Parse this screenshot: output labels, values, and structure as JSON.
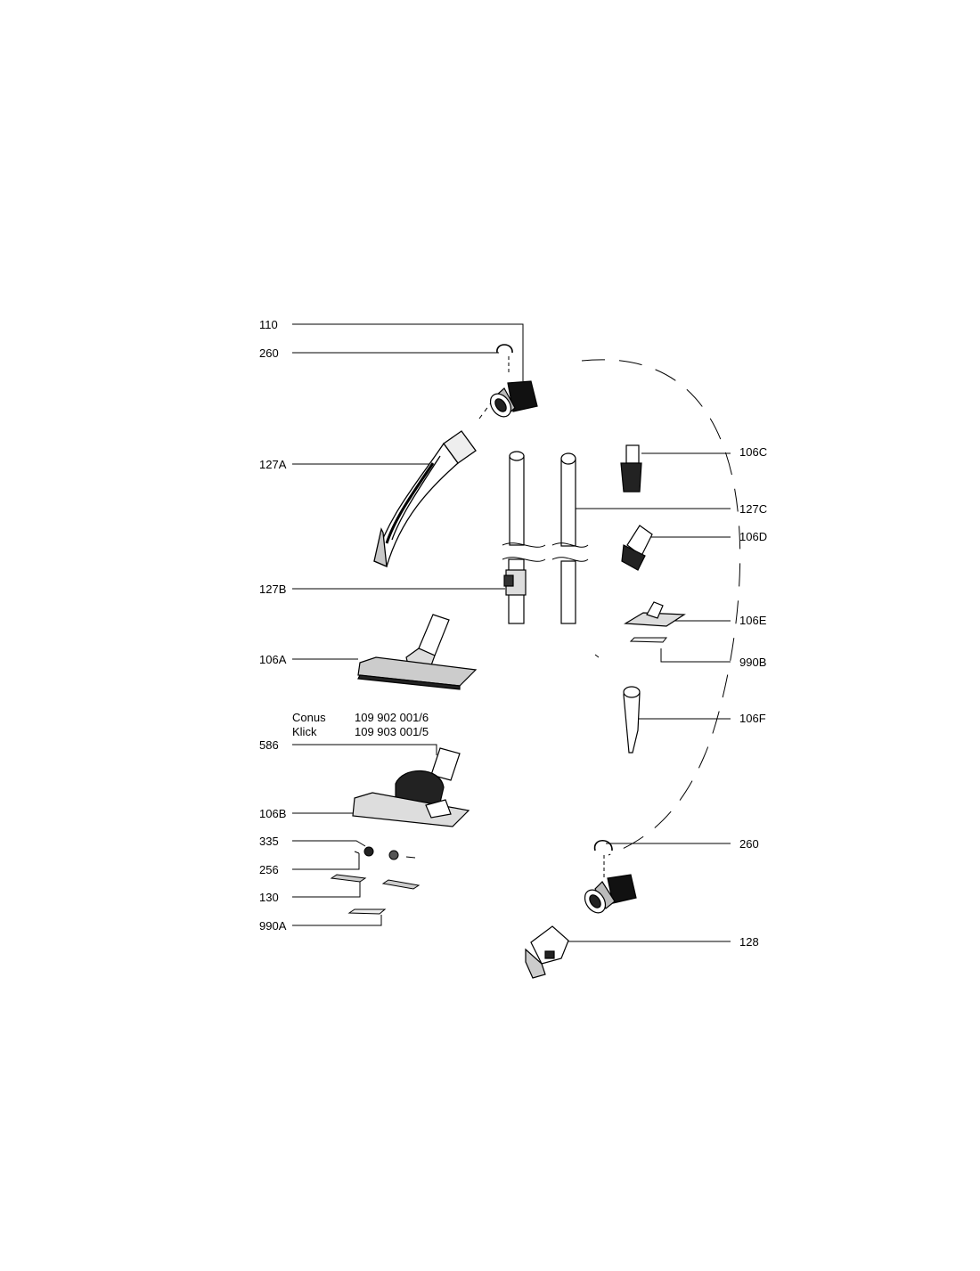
{
  "parts": {
    "p110": "110",
    "p260a": "260",
    "p127A": "127A",
    "p127B": "127B",
    "p106A": "106A",
    "p586": "586",
    "p106B": "106B",
    "p335": "335",
    "p256": "256",
    "p130": "130",
    "p990A": "990A",
    "p106C": "106C",
    "p127C": "127C",
    "p106D": "106D",
    "p106E": "106E",
    "p990B": "990B",
    "p106F": "106F",
    "p260b": "260",
    "p128": "128"
  },
  "variants": [
    {
      "name": "Conus",
      "code": "109 902 001/6"
    },
    {
      "name": "Klick",
      "code": "109 903 001/5"
    }
  ],
  "colors": {
    "line": "#000000",
    "fill": "#ffffff",
    "gray": "#d8d8d8",
    "dark": "#222222"
  }
}
